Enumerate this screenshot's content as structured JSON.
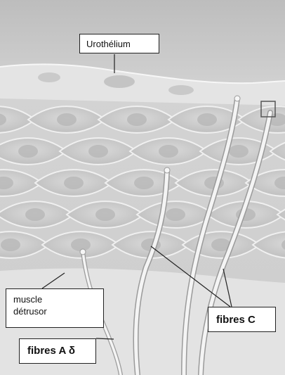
{
  "labels": {
    "urothelium": "Urothélium",
    "muscle_line1": "muscle",
    "muscle_line2": "détrusor",
    "fibres_c": "fibres C",
    "fibres_a_delta": "fibres A δ"
  },
  "colors": {
    "background": "#d8d8d8",
    "cell_fill": "#cfcfcf",
    "cell_border": "#f2f2f2",
    "nucleus": "#b8b8b8",
    "fiber": "#f4f4f4",
    "leader_line": "#222222"
  }
}
